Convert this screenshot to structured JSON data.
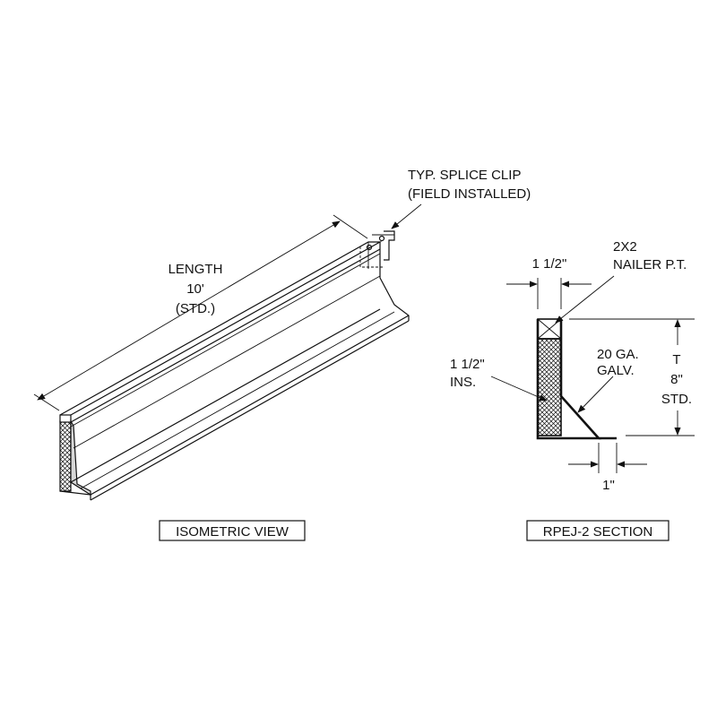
{
  "isometric": {
    "splice_clip_line1": "TYP. SPLICE CLIP",
    "splice_clip_line2": "(FIELD INSTALLED)",
    "length_line1": "LENGTH",
    "length_line2": "10'",
    "length_line3": "(STD.)",
    "view_title": "ISOMETRIC VIEW"
  },
  "section": {
    "nailer_width": "1 1/2\"",
    "nailer_line1": "2X2",
    "nailer_line2": "NAILER P.T.",
    "insulation_line1": "1 1/2\"",
    "insulation_line2": "INS.",
    "metal_line1": "20 GA.",
    "metal_line2": "GALV.",
    "height_line1": "T",
    "height_line2": "8\"",
    "height_line3": "STD.",
    "flange_width": "1\"",
    "view_title": "RPEJ-2 SECTION"
  },
  "colors": {
    "ink": "#111111",
    "background": "#ffffff"
  }
}
